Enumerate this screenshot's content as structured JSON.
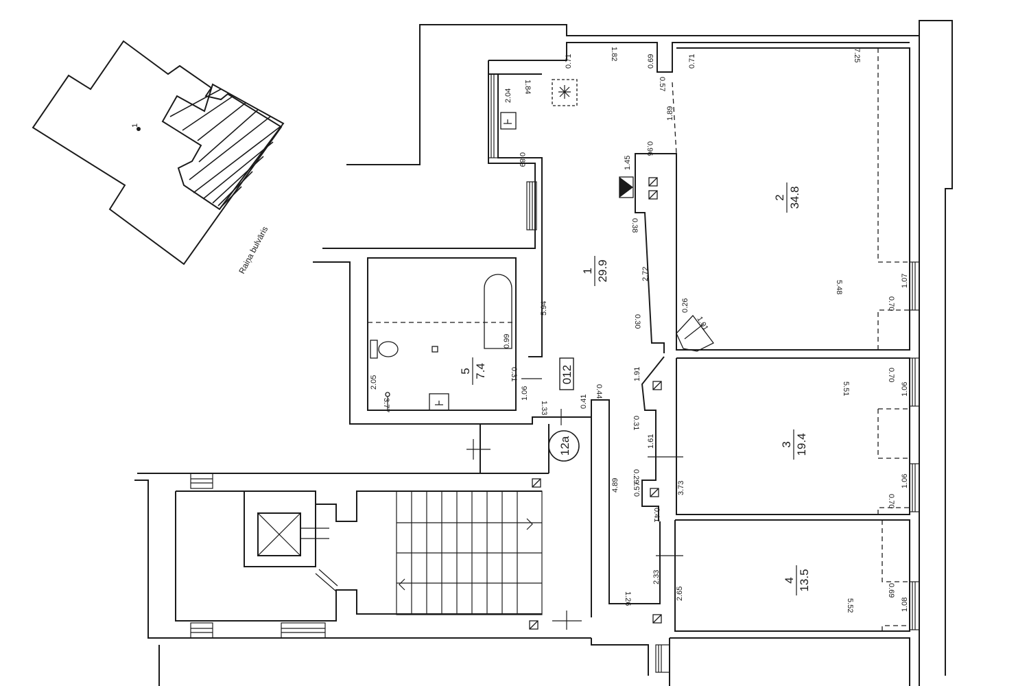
{
  "site_plan": {
    "building_number": "1",
    "street_name": "Raiņa bulvāris"
  },
  "rooms": [
    {
      "number": "1",
      "area": "29.9"
    },
    {
      "number": "2",
      "area": "34.8"
    },
    {
      "number": "3",
      "area": "19.4"
    },
    {
      "number": "4",
      "area": "13.5"
    },
    {
      "number": "5",
      "area": "7.4"
    }
  ],
  "apartment_label": "012",
  "staircase_label": "12a",
  "dimensions": {
    "d_184": "1.84",
    "d_204": "2.04",
    "d_089": "0.89",
    "d_182": "1.82",
    "d_071a": "0.71",
    "d_069": "0.69",
    "d_071b": "0.71",
    "d_057a": "0.57",
    "d_725": "7.25",
    "d_189": "1.89",
    "d_096": "0.96",
    "d_145": "1.45",
    "d_038": "0.38",
    "d_272": "2.72",
    "d_594": "5.94",
    "d_099": "0.99",
    "d_026": "0.26",
    "d_101": "1.01",
    "d_030": "0.30",
    "d_548": "5.48",
    "d_107": "1.07",
    "d_070a": "0.70",
    "d_191": "1.91",
    "d_031a": "0.31",
    "d_106a": "1.06",
    "d_133": "1.33",
    "d_041a": "0.41",
    "d_044": "0.44",
    "d_205": "2.05",
    "d_377": "3.77",
    "d_070b": "0.70",
    "d_106b": "1.06",
    "d_551": "5.51",
    "d_031b": "0.31",
    "d_161": "1.61",
    "d_029": "0.29",
    "d_489": "4.89",
    "d_057b": "0.57",
    "d_041b": "0.41",
    "d_373": "3.73",
    "d_106c": "1.06",
    "d_070c": "0.70",
    "d_233": "2.33",
    "d_126": "1.26",
    "d_265": "2.65",
    "d_069b": "0.69",
    "d_108": "1.08",
    "d_552": "5.52"
  },
  "colors": {
    "line": "#1a1a1a",
    "paper": "#ffffff"
  }
}
